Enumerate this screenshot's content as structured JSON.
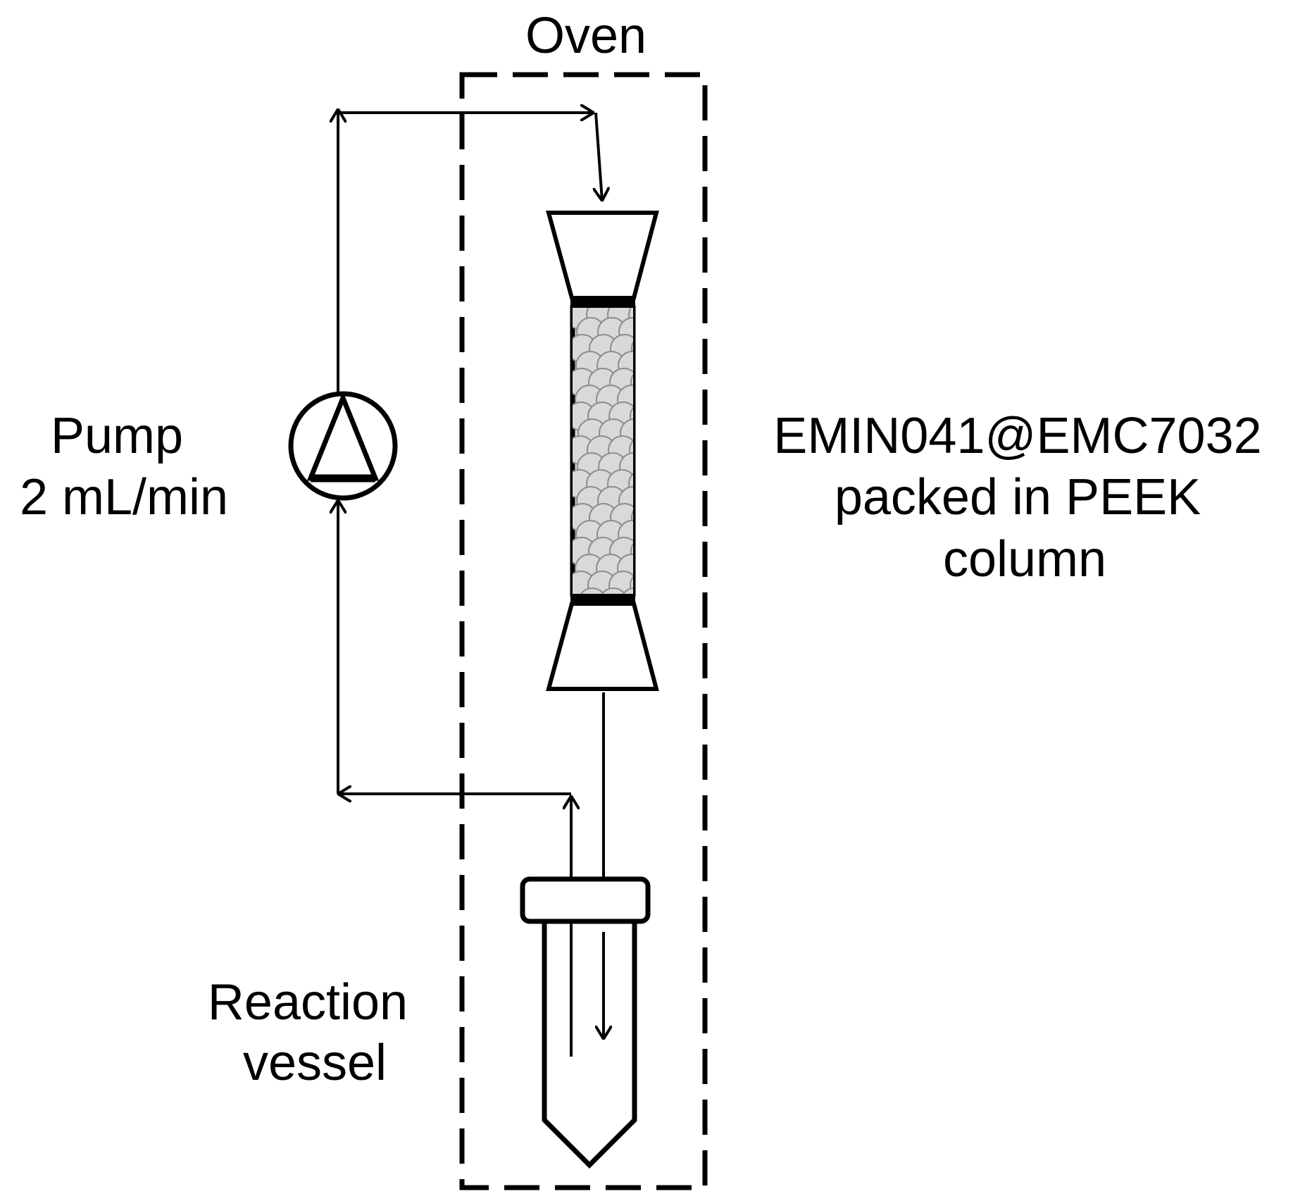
{
  "labels": {
    "oven": "Oven",
    "pump_line1": "Pump",
    "pump_line2": "2 mL/min",
    "column_line1": "EMIN041@EMC7032",
    "column_line2": "packed in PEEK",
    "column_line3": "column",
    "vessel_line1": "Reaction",
    "vessel_line2": "vessel"
  },
  "colors": {
    "stroke": "#000000",
    "packing_fill": "#d3d3d3",
    "bead_fill": "#d9d9d9",
    "bead_stroke": "#8c8c8c"
  }
}
